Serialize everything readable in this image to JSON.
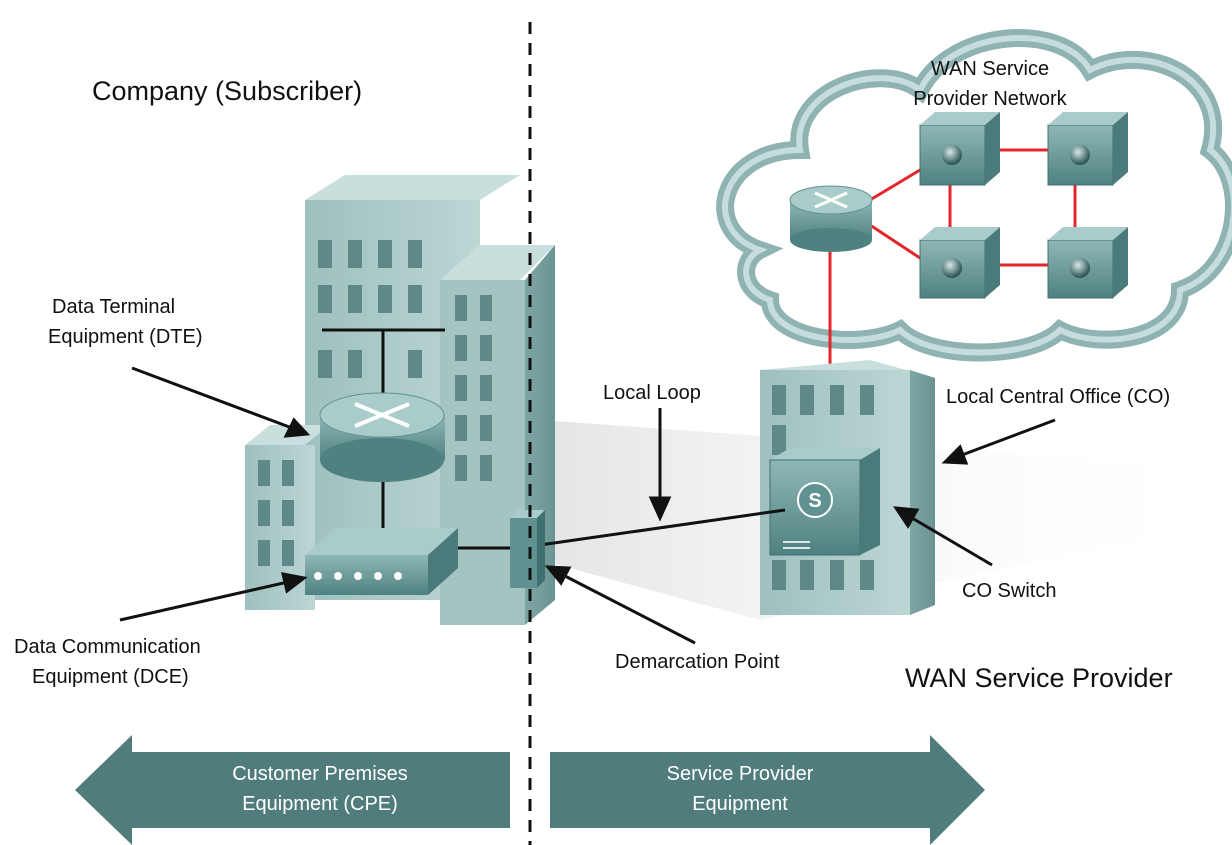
{
  "diagram": {
    "subscriber_title": "Company (Subscriber)",
    "provider_title": "WAN Service Provider",
    "cloud_label": [
      "WAN Service",
      "Provider Network"
    ],
    "dte_label": [
      "Data Terminal",
      "Equipment (DTE)"
    ],
    "dce_label": [
      "Data Communication",
      "Equipment (DCE)"
    ],
    "local_loop_label": "Local Loop",
    "demarc_label": "Demarcation Point",
    "co_label": "Local Central Office (CO)",
    "co_switch_label": "CO Switch",
    "switch_badge": "S",
    "cpe_arrow": [
      "Customer Premises",
      "Equipment (CPE)"
    ],
    "sp_arrow": [
      "Service Provider",
      "Equipment"
    ]
  },
  "colors": {
    "building": "#a9c8c6",
    "building_dark": "#6f9896",
    "window": "#5f8988",
    "device": "#5f9291",
    "link": "#e3262a",
    "arrow_banner": "#517c7c",
    "cloud_border": "#8fb2b2"
  },
  "icons": [
    "router-icon",
    "switch-icon",
    "modem-icon",
    "co-switch-icon",
    "cloud-icon",
    "building-icon"
  ]
}
